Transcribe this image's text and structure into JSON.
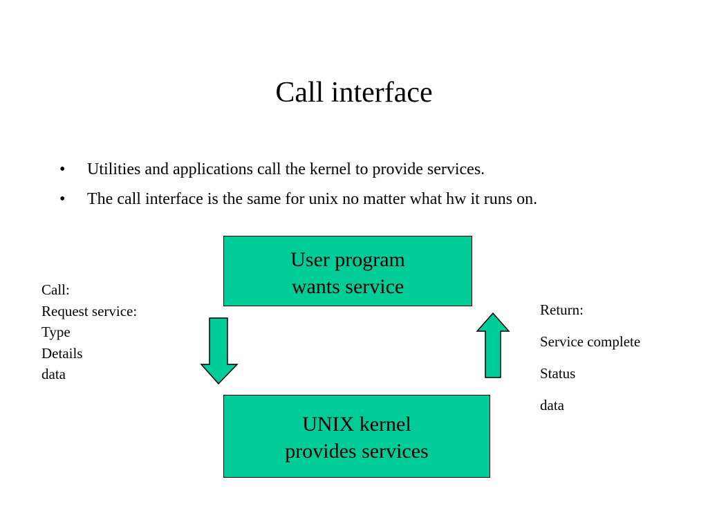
{
  "slide": {
    "title": "Call interface",
    "bullets": [
      {
        "marker": "•",
        "text": "Utilities and applications call the kernel to provide services."
      },
      {
        "marker": "•",
        "text": "The call interface is the same for unix no matter what hw it runs on."
      }
    ]
  },
  "diagram": {
    "user_box": {
      "lines": [
        "User program",
        "wants service"
      ]
    },
    "kernel_box": {
      "lines": [
        "UNIX kernel",
        "provides services"
      ]
    },
    "call_label": {
      "lines": [
        "Call:",
        "Request service:",
        "Type",
        "Details",
        "data"
      ]
    },
    "return_label": {
      "lines": [
        "Return:",
        "Service complete",
        "Status",
        "data"
      ]
    },
    "colors": {
      "box_fill": "#00cc99",
      "arrow_fill": "#00cc99",
      "outline": "#000000"
    }
  }
}
